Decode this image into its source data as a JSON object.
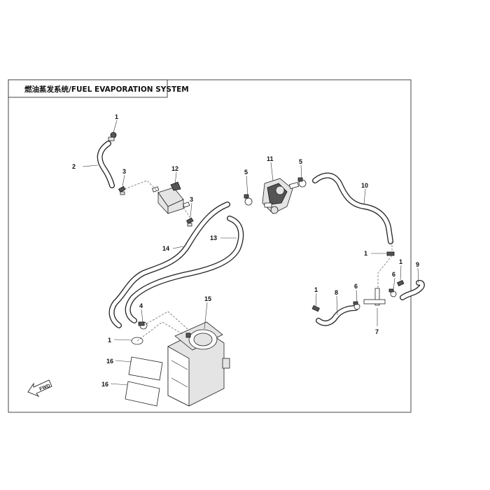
{
  "title": "燃油蒸发系统/FUEL EVAPORATION SYSTEM",
  "fwd_label": "FWD",
  "callouts": {
    "c1a": "1",
    "c2": "2",
    "c3a": "3",
    "c12": "12",
    "c3b": "3",
    "c5a": "5",
    "c11": "11",
    "c5b": "5",
    "c10": "10",
    "c14": "14",
    "c13": "13",
    "c1b": "1",
    "c1c": "1",
    "c6a": "6",
    "c9": "9",
    "c1d": "1",
    "c8": "8",
    "c6b": "6",
    "c7": "7",
    "c4": "4",
    "c15": "15",
    "c1e": "1",
    "c16a": "16",
    "c16b": "16"
  },
  "colors": {
    "line": "#222222",
    "part_fill": "#e4e4e4",
    "dark_fill": "#555555",
    "background": "#ffffff"
  }
}
